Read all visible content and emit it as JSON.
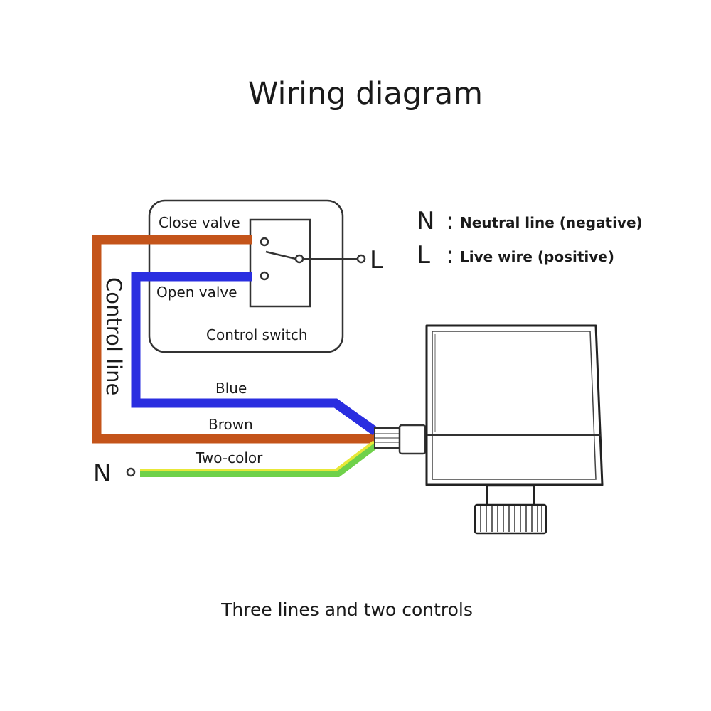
{
  "title": "Wiring diagram",
  "legend": {
    "n_symbol": "N",
    "n_desc": "Neutral line (negative)",
    "l_symbol": "L",
    "l_desc": "Live wire (positive)",
    "separator": ":"
  },
  "switch_box": {
    "close_valve": "Close valve",
    "open_valve": "Open valve",
    "name": "Control switch",
    "live_terminal": "L"
  },
  "control_line_label": "Control line",
  "wires": {
    "blue": "Blue",
    "brown": "Brown",
    "two_color": "Two-color"
  },
  "neutral_terminal": "N",
  "caption": "Three lines and two controls",
  "colors": {
    "brown_wire": "#c4541a",
    "blue_wire": "#2a2ee0",
    "green_wire": "#6fd14a",
    "yellow_wire": "#e8e838",
    "outline": "#333333"
  }
}
